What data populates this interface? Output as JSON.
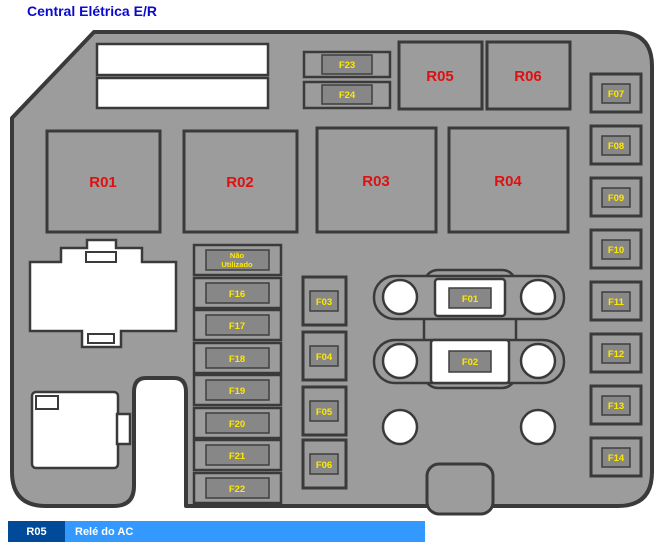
{
  "title": "Central Elétrica E/R",
  "colors": {
    "title_blue": "#0a0acc",
    "box_gray": "#9c9c9c",
    "outline_dark": "#3a3a3a",
    "fuse_label_yellow": "#ffe800",
    "relay_label_red": "#e01010",
    "legend_code_bg": "#004a99",
    "legend_bar_bg": "#3399ff"
  },
  "diagram": {
    "top_fuses": [
      "F23",
      "F24"
    ],
    "top_relays": [
      "R05",
      "R06"
    ],
    "main_relays": [
      "R01",
      "R02",
      "R03",
      "R04"
    ],
    "right_fuses": [
      "F07",
      "F08",
      "F09",
      "F10",
      "F11",
      "F12",
      "F13",
      "F14"
    ],
    "left_column": {
      "not_used": [
        "Não",
        "Utilizado"
      ],
      "fuses": [
        "F16",
        "F17",
        "F18",
        "F19",
        "F20",
        "F21",
        "F22"
      ]
    },
    "mid_fuses": [
      "F03",
      "F04",
      "F05",
      "F06"
    ],
    "center_fuses": [
      "F01",
      "F02"
    ]
  },
  "legend": {
    "code": "R05",
    "label": "Relé do AC"
  }
}
